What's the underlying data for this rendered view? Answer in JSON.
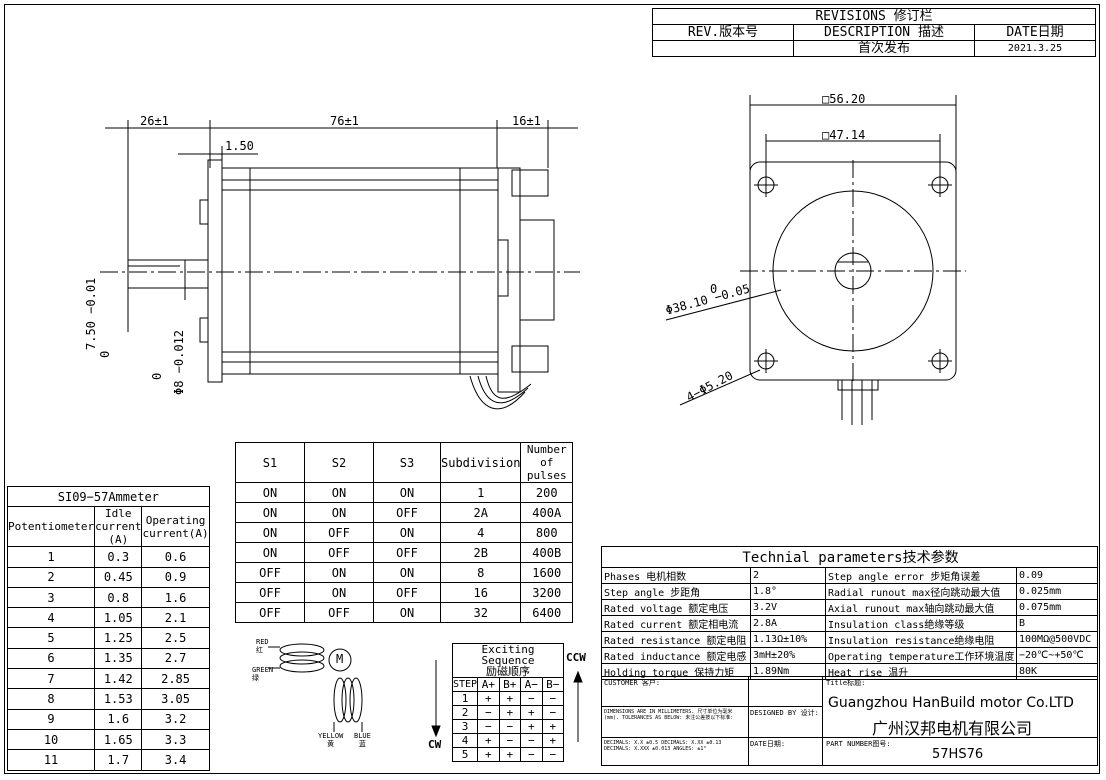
{
  "revisions": {
    "title": "REVISIONS 修订栏",
    "col_rev": "REV.版本号",
    "col_desc": "DESCRIPTION 描述",
    "col_date": "DATE日期",
    "row_rev": "",
    "row_desc": "首次发布",
    "row_date": "2021.3.25"
  },
  "side_view": {
    "dim_26": "26±1",
    "dim_76": "76±1",
    "dim_16": "16±1",
    "dim_150": "1.50",
    "shaft_flat_value": "7.50",
    "shaft_flat_tol_upper": "0",
    "shaft_flat_tol_lower": "−0.01",
    "shaft_dia_value": "Φ8",
    "shaft_dia_tol_upper": "0",
    "shaft_dia_tol_lower": "−0.012"
  },
  "front_view": {
    "dim_outer": "□56.20",
    "dim_holes": "□47.14",
    "boss_tol_upper": "0",
    "boss_dia": "Φ38.10 −0.05",
    "hole_dia": "4−Φ5.20"
  },
  "switch_table": {
    "headers": [
      "S1",
      "S2",
      "S3",
      "Subdivision",
      "Number of pulses"
    ],
    "rows": [
      [
        "ON",
        "ON",
        "ON",
        "1",
        "200"
      ],
      [
        "ON",
        "ON",
        "OFF",
        "2A",
        "400A"
      ],
      [
        "ON",
        "OFF",
        "ON",
        "4",
        "800"
      ],
      [
        "ON",
        "OFF",
        "OFF",
        "2B",
        "400B"
      ],
      [
        "OFF",
        "ON",
        "ON",
        "8",
        "1600"
      ],
      [
        "OFF",
        "ON",
        "OFF",
        "16",
        "3200"
      ],
      [
        "OFF",
        "OFF",
        "ON",
        "32",
        "6400"
      ]
    ]
  },
  "ammeter_table": {
    "title": "SI09−57Ammeter",
    "headers": [
      "Potentiometer",
      "Idle current (A)",
      "Operating current(A)"
    ],
    "rows": [
      [
        "1",
        "0.3",
        "0.6"
      ],
      [
        "2",
        "0.45",
        "0.9"
      ],
      [
        "3",
        "0.8",
        "1.6"
      ],
      [
        "4",
        "1.05",
        "2.1"
      ],
      [
        "5",
        "1.25",
        "2.5"
      ],
      [
        "6",
        "1.35",
        "2.7"
      ],
      [
        "7",
        "1.42",
        "2.85"
      ],
      [
        "8",
        "1.53",
        "3.05"
      ],
      [
        "9",
        "1.6",
        "3.2"
      ],
      [
        "10",
        "1.65",
        "3.3"
      ],
      [
        "11",
        "1.7",
        "3.4"
      ]
    ]
  },
  "wiring": {
    "red": "RED",
    "red_cn": "红",
    "green": "GREEN",
    "green_cn": "绿",
    "yellow": "YELLOW",
    "yellow_cn": "黄",
    "blue": "BLUE",
    "blue_cn": "蓝",
    "motor": "M"
  },
  "exciting_sequence": {
    "title": "Exciting Sequence",
    "title_cn": "励磁顺序",
    "headers": [
      "STEP",
      "A+",
      "B+",
      "A−",
      "B−"
    ],
    "rows": [
      [
        "1",
        "+",
        "+",
        "−",
        "−"
      ],
      [
        "2",
        "−",
        "+",
        "+",
        "−"
      ],
      [
        "3",
        "−",
        "−",
        "+",
        "+"
      ],
      [
        "4",
        "+",
        "−",
        "−",
        "+"
      ],
      [
        "5",
        "+",
        "+",
        "−",
        "−"
      ]
    ],
    "ccw": "CCW",
    "cw": "CW"
  },
  "tech_params": {
    "title": "Technial parameters技术参数",
    "rows": [
      [
        "Phases 电机相数",
        "2",
        "Step angle error 步矩角误差",
        "0.09"
      ],
      [
        "Step angle 步距角",
        "1.8°",
        "Radial runout max径向跳动最大值",
        "0.025mm"
      ],
      [
        "Rated voltage 额定电压",
        "3.2V",
        "Axial runout max轴向跳动最大值",
        "0.075mm"
      ],
      [
        "Rated current 额定相电流",
        "2.8A",
        "Insulation class绝缘等级",
        "B"
      ],
      [
        "Rated resistance 额定电阻",
        "1.13Ω±10%",
        "Insulation resistance绝缘电阻",
        "100MΩ@500VDC"
      ],
      [
        "Rated inductance 额定电感",
        "3mH±20%",
        "Operating temperature工作环境温度",
        "−20℃~+50℃"
      ],
      [
        "Holding torque 保持力矩",
        "1.89Nm",
        "Heat rise 温升",
        "80K"
      ]
    ]
  },
  "title_block": {
    "customer_label": "CUSTOMER 客户:",
    "title_label": "Title标题:",
    "company_en": "Guangzhou HanBuild motor Co.LTD",
    "company_cn": "广州汉邦电机有限公司",
    "dimensions_note": "DIMENSIONS ARE IN MILLIMETERS. 尺寸单位为毫米(mm). TOLERANCES AS BELOW: 未注公差按以下标准:",
    "decimals": "DECIMALS: X.X ±0.5  DECIMALS: X.XX ±0.13  DECIMALS: X.XXX ±0.013  ANGLES: ±1°",
    "designed_by": "DESIGNED BY 设计:",
    "date_label": "DATE日期:",
    "part_number_label": "PART NUMBER图号:",
    "part_number": "57HS76"
  }
}
